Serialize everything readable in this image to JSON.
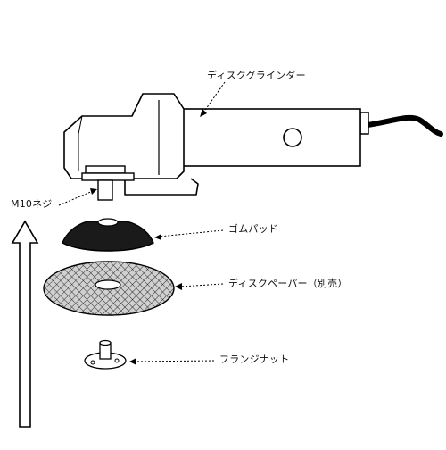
{
  "labels": {
    "grinder": "ディスクグラインダー",
    "bolt": "M10ネジ",
    "pad": "ゴムパッド",
    "paper": "ディスクペーパー（別売）",
    "nut": "フランジナット"
  },
  "colors": {
    "stroke": "#000000",
    "pad_fill": "#1a1a1a",
    "paper_fill": "#c8c8c8",
    "background": "#ffffff"
  }
}
